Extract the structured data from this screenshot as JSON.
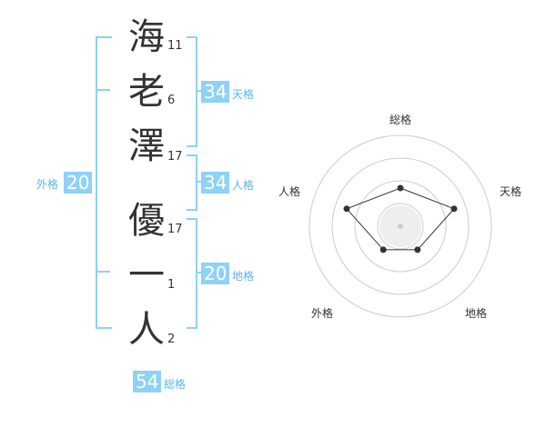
{
  "name": {
    "chars": [
      "海",
      "老",
      "澤",
      "優",
      "一",
      "人"
    ],
    "strokes": [
      "11",
      "6",
      "17",
      "17",
      "1",
      "2"
    ]
  },
  "fortune": {
    "tenkaku": {
      "value": "34",
      "label": "天格"
    },
    "jinkaku": {
      "value": "34",
      "label": "人格"
    },
    "chikaku": {
      "value": "20",
      "label": "地格"
    },
    "gaikaku": {
      "value": "20",
      "label": "外格"
    },
    "soukaku": {
      "value": "54",
      "label": "総格"
    }
  },
  "radar": {
    "axes": [
      "総格",
      "天格",
      "地格",
      "外格",
      "人格"
    ],
    "levels": [
      0.42,
      0.62,
      0.32,
      0.32,
      0.62
    ],
    "rings": 4,
    "colors": {
      "ring": "#cccccc",
      "polygon": "#333333",
      "dot": "#333333",
      "center_fill": "#eeeeee"
    }
  },
  "colors": {
    "accent": "#8fd1f7",
    "accent_text": "#59b4e8"
  }
}
